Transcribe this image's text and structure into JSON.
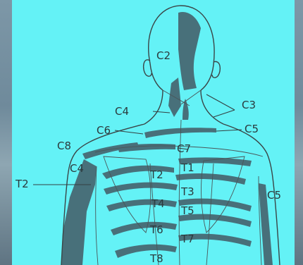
{
  "figure": {
    "labels": {
      "c2": "C2",
      "c3": "C3",
      "c4_neck": "C4",
      "c5_neck": "C5",
      "c6": "C6",
      "c7": "C7",
      "c8": "C8",
      "c4_shoulder": "C4",
      "c5_arm": "C5",
      "t1": "T1",
      "t2_left": "T2",
      "t2_center": "T2",
      "t3": "T3",
      "t4": "T4",
      "t5": "T5",
      "t6": "T6",
      "t7": "T7",
      "t8": "T8"
    }
  }
}
